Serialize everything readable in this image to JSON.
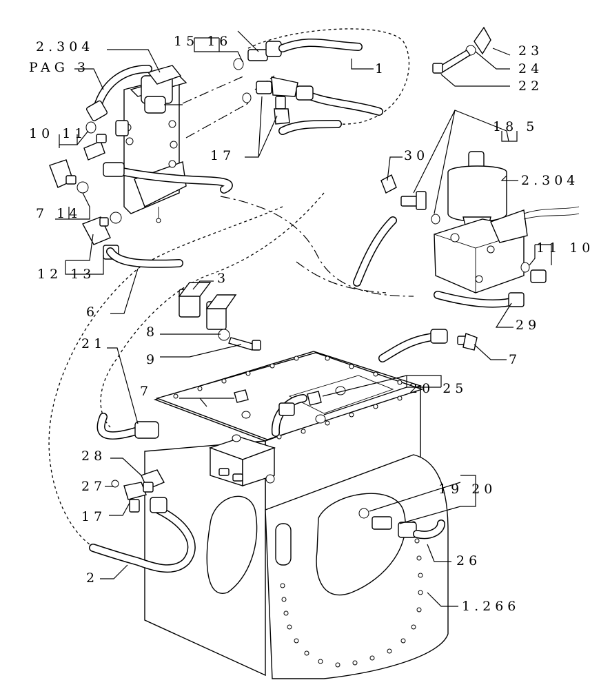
{
  "diagram": {
    "labels": [
      {
        "id": "2_304_top",
        "text": "2.304"
      },
      {
        "id": "pag_3",
        "text": "PAG 3"
      },
      {
        "id": "15_16",
        "text": "15 16"
      },
      {
        "id": "1",
        "text": "1"
      },
      {
        "id": "23",
        "text": "23"
      },
      {
        "id": "24",
        "text": "24"
      },
      {
        "id": "22",
        "text": "22"
      },
      {
        "id": "10_11_left",
        "text": "10 11"
      },
      {
        "id": "17_top",
        "text": "17"
      },
      {
        "id": "18_5",
        "text": "18 5"
      },
      {
        "id": "30",
        "text": "30"
      },
      {
        "id": "2_304_right",
        "text": "2.304"
      },
      {
        "id": "7_14",
        "text": "7 14"
      },
      {
        "id": "11_10_right",
        "text": "11 10"
      },
      {
        "id": "12_13",
        "text": "12 13"
      },
      {
        "id": "6",
        "text": "6"
      },
      {
        "id": "3",
        "text": "3"
      },
      {
        "id": "29",
        "text": "29"
      },
      {
        "id": "8",
        "text": "8"
      },
      {
        "id": "9",
        "text": "9"
      },
      {
        "id": "21",
        "text": "21"
      },
      {
        "id": "7_right",
        "text": "7"
      },
      {
        "id": "7_mid",
        "text": "7"
      },
      {
        "id": "20_25",
        "text": "20 25"
      },
      {
        "id": "28",
        "text": "28"
      },
      {
        "id": "27",
        "text": "27"
      },
      {
        "id": "17_bottom",
        "text": "17"
      },
      {
        "id": "19_20",
        "text": "19 20"
      },
      {
        "id": "26",
        "text": "26"
      },
      {
        "id": "2",
        "text": "2"
      },
      {
        "id": "1_266",
        "text": "1.266"
      }
    ]
  }
}
